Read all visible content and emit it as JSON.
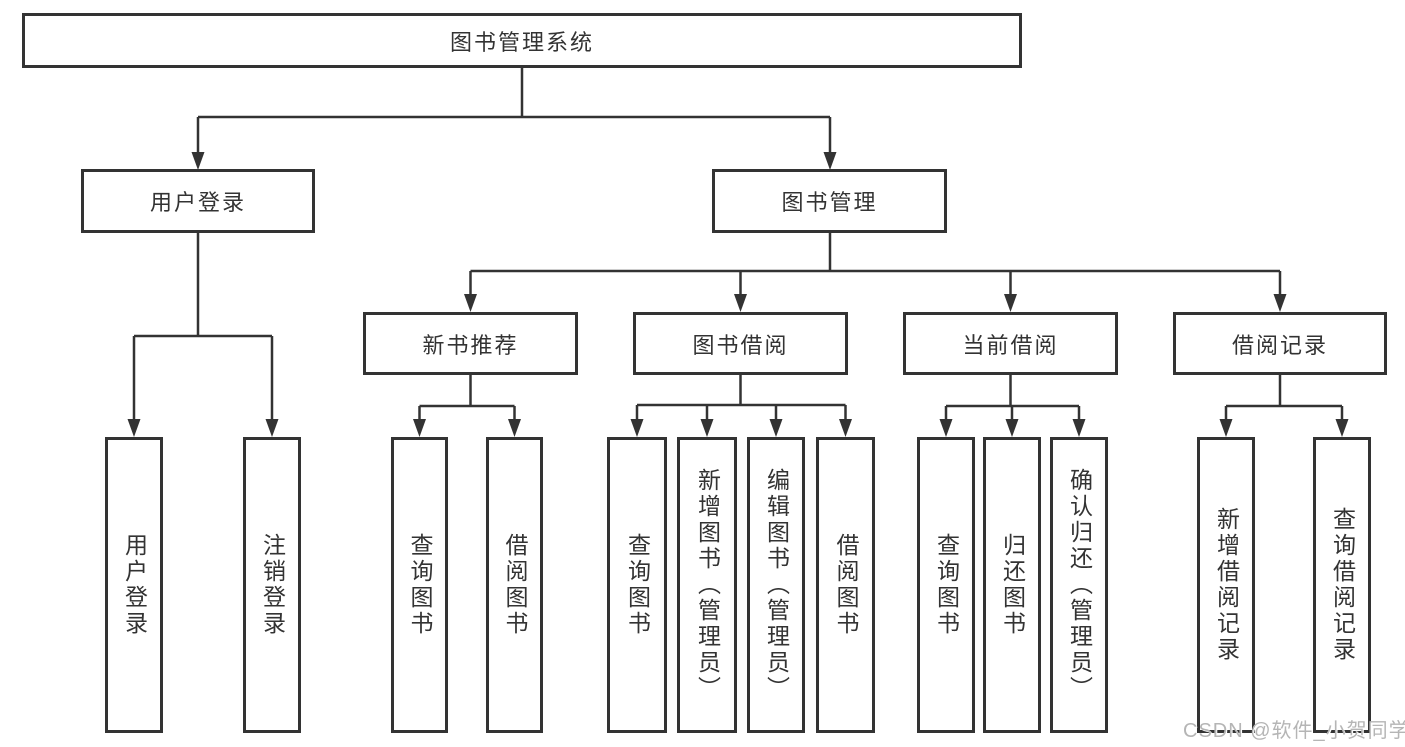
{
  "page": {
    "background": "#ffffff"
  },
  "diagram": {
    "type": "tree",
    "title": "图书管理系统",
    "line_color": "#333333",
    "box_border_color": "#333333",
    "box_background": "#ffffff",
    "text_color": "#333333",
    "nodes": {
      "root": {
        "label": "图书管理系统"
      },
      "user_login_group": {
        "label": "用户登录"
      },
      "book_management": {
        "label": "图书管理"
      },
      "user_login": {
        "label": "用户登录"
      },
      "logout": {
        "label": "注销登录"
      },
      "new_book_recommend": {
        "label": "新书推荐"
      },
      "book_borrowing": {
        "label": "图书借阅"
      },
      "current_borrowing": {
        "label": "当前借阅"
      },
      "borrow_records": {
        "label": "借阅记录"
      },
      "nbr_query_books": {
        "label": "查询图书"
      },
      "nbr_borrow_books": {
        "label": "借阅图书"
      },
      "bb_query_books": {
        "label": "查询图书"
      },
      "bb_add_books_admin": {
        "label": "新增图书（管理员）"
      },
      "bb_edit_books_admin": {
        "label": "编辑图书（管理员）"
      },
      "bb_borrow_books": {
        "label": "借阅图书"
      },
      "cb_query_books": {
        "label": "查询图书"
      },
      "cb_return_books": {
        "label": "归还图书"
      },
      "cb_confirm_return_admin": {
        "label": "确认归还（管理员）"
      },
      "br_add_record": {
        "label": "新增借阅记录"
      },
      "br_query_record": {
        "label": "查询借阅记录"
      }
    },
    "structure": {
      "root": [
        "user_login_group",
        "book_management"
      ],
      "user_login_group": [
        "user_login",
        "logout"
      ],
      "book_management": [
        "new_book_recommend",
        "book_borrowing",
        "current_borrowing",
        "borrow_records"
      ],
      "new_book_recommend": [
        "nbr_query_books",
        "nbr_borrow_books"
      ],
      "book_borrowing": [
        "bb_query_books",
        "bb_add_books_admin",
        "bb_edit_books_admin",
        "bb_borrow_books"
      ],
      "current_borrowing": [
        "cb_query_books",
        "cb_return_books",
        "cb_confirm_return_admin"
      ],
      "borrow_records": [
        "br_add_record",
        "br_query_record"
      ]
    },
    "watermark": {
      "text": "CSDN @软件_小贺同学",
      "color": "#b5b5b5"
    }
  }
}
